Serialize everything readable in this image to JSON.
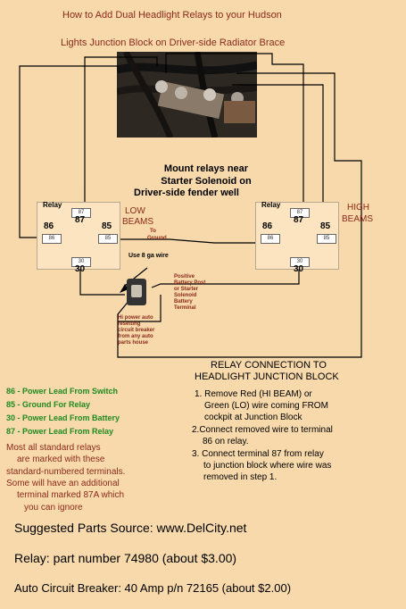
{
  "title_line1": "How to Add Dual Headlight Relays to your Hudson",
  "title_line2": "Lights Junction Block on Driver-side Radiator Brace",
  "mount_note": [
    "Mount relays near",
    "Starter Solenoid on",
    "Driver-side fender well"
  ],
  "low_relay": {
    "title": "Relay",
    "label": [
      "LOW",
      "BEAMS"
    ],
    "t86": "86",
    "t87": "87",
    "t85": "85",
    "t30": "30",
    "box86": "86",
    "box87": "87",
    "box85": "85",
    "box30": "30"
  },
  "high_relay": {
    "title": "Relay",
    "label": [
      "HIGH",
      "BEAMS"
    ],
    "t86": "86",
    "t87": "87",
    "t85": "85",
    "t30": "30",
    "box86": "86",
    "box87": "87",
    "box85": "85",
    "box30": "30"
  },
  "to_ground": [
    "To",
    "Ground"
  ],
  "wire_note": "Use 8 ga wire",
  "battery_note": [
    "Positive",
    "Battery Post",
    "or Starter",
    "Solenoid",
    "Battery",
    "Terminal"
  ],
  "breaker_note": [
    "Hi power auto",
    "resetting",
    "circuit breaker",
    "from any auto",
    "parts house"
  ],
  "legend": [
    "86 - Power Lead From Switch",
    "85 - Ground For Relay",
    "30 - Power Lead From Battery",
    "87 - Power Lead From Relay"
  ],
  "standard_note": [
    "Most all standard relays",
    "are marked with these",
    "standard-numbered terminals.",
    "Some will have an additional",
    "terminal marked 87A which",
    "you can ignore"
  ],
  "connection_title": [
    "RELAY CONNECTION TO",
    "HEADLIGHT JUNCTION BLOCK"
  ],
  "steps": [
    "1. Remove Red (HI BEAM) or",
    "Green (LO) wire coming FROM",
    "cockpit at Junction Block",
    "2.Connect removed wire to terminal",
    "86 on relay.",
    "3. Connect terminal 87 from relay",
    "to junction block where wire was",
    "removed in step 1."
  ],
  "parts_source": "Suggested Parts Source: www.DelCity.net",
  "relay_part": "Relay: part number 74980 (about $3.00)",
  "breaker_part": "Auto Circuit Breaker: 40 Amp p/n 72165 (about $2.00)",
  "colors": {
    "background": "#f7d9ac",
    "maroon": "#8b2a1a",
    "green": "#1f8a1f",
    "text": "#000000"
  }
}
